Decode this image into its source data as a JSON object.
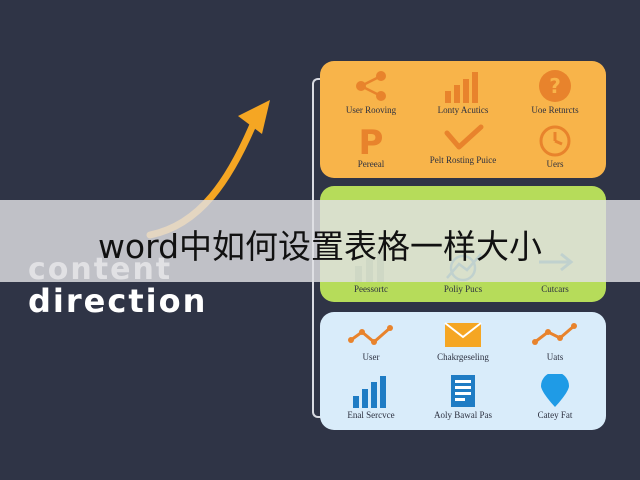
{
  "overlay_title": "word中如何设置表格一样大小",
  "hero": {
    "line1": "content",
    "line2": "direction"
  },
  "colors": {
    "background": "#2f3446",
    "arrow": "#f5a623",
    "orange_panel": "#f8b44a",
    "green_panel": "#b6dc5a",
    "blue_panel": "#d9ecfa"
  },
  "panels": {
    "orange": {
      "items": [
        {
          "icon": "share-icon",
          "label": "User Rooving"
        },
        {
          "icon": "bar-chart-icon",
          "label": "Lonty Acutics"
        },
        {
          "icon": "question-icon",
          "label": "Uoe Retnrcts"
        },
        {
          "icon": "p-letter-icon",
          "label": "Pereeal"
        },
        {
          "icon": "check-icon",
          "label": "Pelt Rosting Puice"
        },
        {
          "icon": "clock-icon",
          "label": "Uers"
        }
      ]
    },
    "green": {
      "items": [
        {
          "icon": "bar-chart-icon",
          "label": "Peessortc"
        },
        {
          "icon": "growth-chart-icon",
          "label": "Poliy Pucs"
        },
        {
          "icon": "arrow-right-icon",
          "label": "Cutcars"
        }
      ]
    },
    "blue": {
      "items": [
        {
          "icon": "line-graph-icon",
          "label": "User"
        },
        {
          "icon": "envelope-icon",
          "label": "Chakrgeseling"
        },
        {
          "icon": "line-graph-icon",
          "label": "Uats"
        },
        {
          "icon": "bar-chart-icon",
          "label": "Enal Sercvce"
        },
        {
          "icon": "document-icon",
          "label": "Aoly Bawal Pas"
        },
        {
          "icon": "location-pin-icon",
          "label": "Catey Fat"
        }
      ]
    }
  }
}
